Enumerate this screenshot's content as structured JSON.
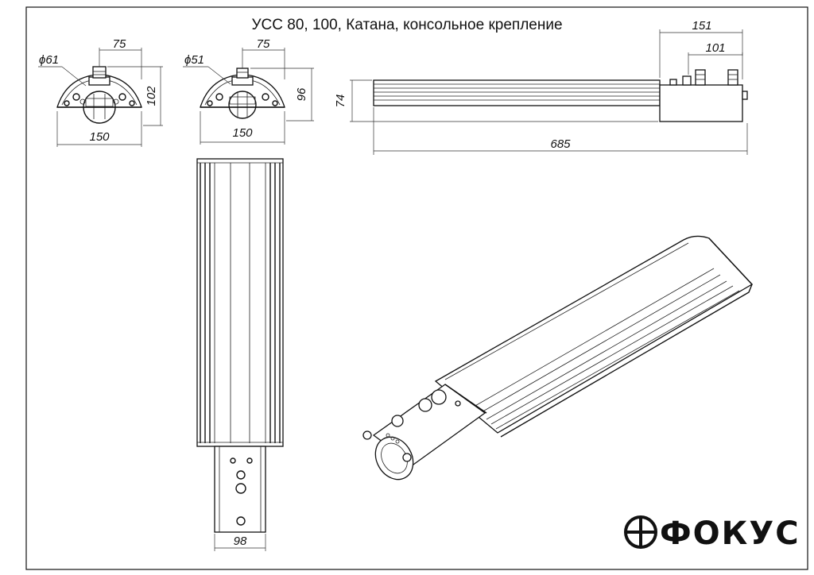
{
  "title": "УСС 80, 100, Катана, консольное крепление",
  "dimensions": {
    "front_view_1": {
      "diameter": "ϕ61",
      "top": "75",
      "height": "102",
      "width": "150"
    },
    "front_view_2": {
      "diameter": "ϕ51",
      "top": "75",
      "height": "96",
      "width": "150"
    },
    "side_view": {
      "mount_length": "151",
      "bolt_spacing": "101",
      "height": "74",
      "length": "685"
    },
    "top_view": {
      "width": "98"
    }
  },
  "logo": {
    "text": "ФОКУС"
  },
  "colors": {
    "line": "#111111",
    "background": "#ffffff"
  }
}
